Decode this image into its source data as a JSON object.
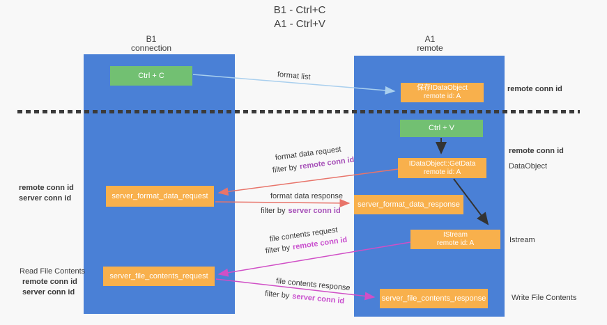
{
  "title": {
    "line1": "B1 - Ctrl+C",
    "line2": "A1 - Ctrl+V"
  },
  "lifelines": {
    "b1": {
      "label": "B1",
      "sublabel": "connection"
    },
    "a1": {
      "label": "A1",
      "sublabel": "remote"
    }
  },
  "nodes": {
    "ctrl_c": {
      "label": "Ctrl + C"
    },
    "ctrl_v": {
      "label": "Ctrl + V"
    },
    "save_idataobject": {
      "line1": "保存IDataObject",
      "line2": "remote id: A"
    },
    "getdata": {
      "line1": "IDataObject::GetData",
      "line2": "remote id: A"
    },
    "istream": {
      "line1": "IStream",
      "line2": "remote id: A"
    },
    "format_request": {
      "label": "server_format_data_request"
    },
    "format_response": {
      "label": "server_format_data_response"
    },
    "file_request": {
      "label": "server_file_contents_request"
    },
    "file_response": {
      "label": "server_file_contents_response"
    }
  },
  "arrow_labels": {
    "format_list": "format list",
    "format_data_request": "format data request",
    "format_data_response": "format data response",
    "file_contents_request": "file contents request",
    "file_contents_response": "file contents response",
    "filter_by": "filter by",
    "remote_conn_id": "remote conn id",
    "server_conn_id": "server conn id"
  },
  "annotations": {
    "right_top_remote_conn_id": "remote conn id",
    "right_mid_remote_conn_id": "remote conn id",
    "dataobject": "DataObject",
    "istream": "Istream",
    "write_file_contents": "Write File Contents",
    "read_file_contents": "Read File Contents",
    "left_remote_conn_id": "remote conn id",
    "left_server_conn_id": "server conn id"
  },
  "colors": {
    "lifeline_blue": "#4a80d6",
    "node_green": "#72c072",
    "node_orange": "#f8b04c",
    "arrow_red": "#e8746a",
    "arrow_magenta": "#d04fc6",
    "arrow_light_blue": "#a9cfee",
    "arrow_black": "#333333",
    "text_purple": "#a650b8",
    "text_magenta": "#c94fce",
    "text_green": "#5cb85c",
    "dash_line": "#3b3b3b"
  }
}
